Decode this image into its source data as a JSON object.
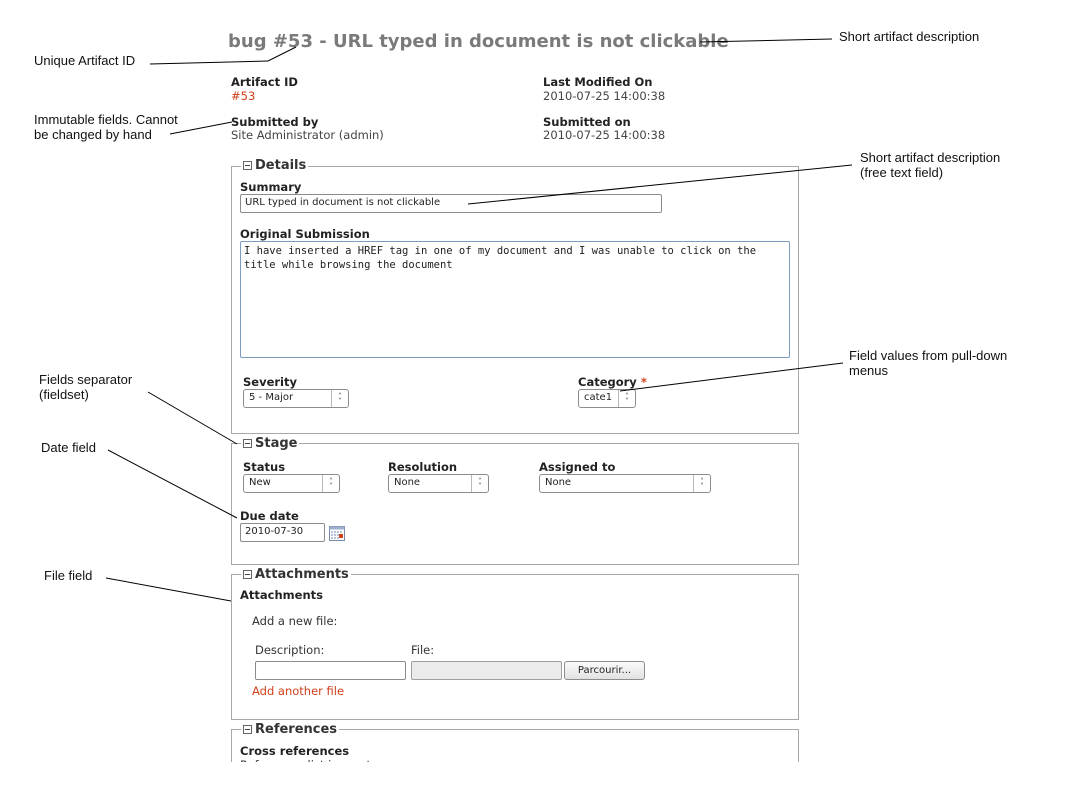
{
  "artifact": {
    "title": "bug #53 - URL typed in document is not clickable",
    "artifact_id_label": "Artifact ID",
    "artifact_id_value": "#53",
    "last_modified_label": "Last Modified On",
    "last_modified_value": "2010-07-25 14:00:38",
    "submitted_by_label": "Submitted by",
    "submitted_by_value": "Site Administrator (admin)",
    "submitted_on_label": "Submitted on",
    "submitted_on_value": "2010-07-25 14:00:38"
  },
  "details": {
    "legend": "Details",
    "summary_label": "Summary",
    "summary_value": "URL typed in document is not clickable",
    "original_label": "Original Submission",
    "original_value": "I have inserted a HREF tag in one of my document and I was unable to click on the\ntitle while browsing the document",
    "severity_label": "Severity",
    "severity_value": "5 - Major",
    "category_label": "Category",
    "category_required": "*",
    "category_value": "cate1"
  },
  "stage": {
    "legend": "Stage",
    "status_label": "Status",
    "status_value": "New",
    "resolution_label": "Resolution",
    "resolution_value": "None",
    "assigned_label": "Assigned to",
    "assigned_value": "None",
    "due_label": "Due date",
    "due_value": "2010-07-30"
  },
  "attachments": {
    "legend": "Attachments",
    "heading": "Attachments",
    "add_new": "Add a new file:",
    "description_label": "Description:",
    "file_label": "File:",
    "browse_label": "Parcourir...",
    "add_another": "Add another file"
  },
  "references": {
    "legend": "References",
    "cross_label": "Cross references",
    "empty_text": "References list is empty"
  },
  "annotations": {
    "unique_id": "Unique Artifact ID",
    "short_desc_top": "Short artifact description",
    "immutable": "Immutable fields. Cannot\nbe changed by hand",
    "short_desc_free": "Short artifact description\n(free text field)",
    "pulldown": "Field values from pull-down\nmenus",
    "separator": "Fields separator\n(fieldset)",
    "date_field": "Date field",
    "file_field": "File field"
  },
  "icons": {
    "collapse": "collapse-toggle-icon",
    "calendar": "calendar-icon",
    "select_arrows": "updown-chevron-icon"
  },
  "colors": {
    "link": "#d0401a",
    "title": "#7a7a7a",
    "fieldset_border": "#a8a8a8"
  }
}
